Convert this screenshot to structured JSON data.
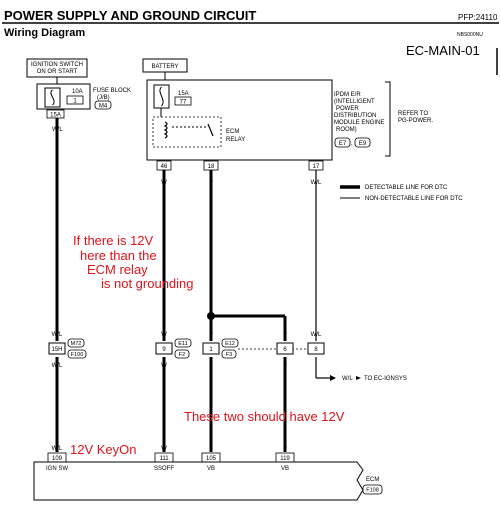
{
  "header": {
    "title": "POWER SUPPLY AND GROUND CIRCUIT",
    "pfp": "PFP:24110",
    "subtitle": "Wiring Diagram",
    "doc_code": "NBS000NU",
    "diagram_id": "EC-MAIN-01"
  },
  "ignition": {
    "label_line1": "IGNITION SWITCH",
    "label_line2": "ON OR START"
  },
  "fuse_block": {
    "amp": "10A",
    "slot": "1",
    "name_line1": "FUSE BLOCK",
    "name_line2": "(J/B)",
    "connector": "M4",
    "out_pin": "15A",
    "out_wire": "W/L"
  },
  "battery": {
    "label": "BATTERY"
  },
  "ipdm": {
    "fuse_amp": "15A",
    "fuse_slot": "77",
    "name_lines": [
      "IPDM E/R",
      "(INTELLIGENT",
      "POWER",
      "DISTRIBUTION",
      "MODULE ENGINE",
      "ROOM)"
    ],
    "conn_a": "E7",
    "conn_b": "E9",
    "refer_line1": "REFER TO",
    "refer_line2": "PG-POWER.",
    "relay_line1": "ECM",
    "relay_line2": "RELAY",
    "pins": [
      {
        "pin": "46",
        "wire": "W"
      },
      {
        "pin": "18",
        "wire": "P"
      },
      {
        "pin": "17",
        "wire": "W/L"
      }
    ]
  },
  "legend": {
    "detectable": "DETECTABLE LINE FOR DTC",
    "non_detectable": "NON-DETECTABLE LINE FOR DTC"
  },
  "connectors": {
    "c1": {
      "pin": "15H",
      "code_top": "M72",
      "code_bot": "F100",
      "wire_top": "W/L",
      "wire_bot": "W/L"
    },
    "c2": {
      "pin": "9",
      "code_top": "E11",
      "code_bot": "F2",
      "wire_top": "W",
      "wire_bot": "W"
    },
    "c3": {
      "pin": "1",
      "code_top": "E12",
      "code_bot": "F3",
      "wire_top": "P",
      "wire_bot": "L"
    },
    "c4": {
      "pin": "6",
      "wire_top": "P",
      "wire_bot": "P"
    },
    "c5": {
      "pin": "8",
      "wire_top": "W/L",
      "branch": "W/L",
      "branch_target": "TO EC-IGNSYS"
    }
  },
  "ecm": {
    "name": "ECM",
    "connector": "F108",
    "pins": [
      {
        "pin": "109",
        "name": "IGN SW"
      },
      {
        "pin": "111",
        "name": "SSOFF"
      },
      {
        "pin": "105",
        "name": "VB"
      },
      {
        "pin": "119",
        "name": "VB"
      }
    ],
    "wires": [
      "W/L",
      "W",
      "L",
      "P"
    ]
  },
  "annotations": {
    "note1_lines": [
      "If there is 12V",
      "here than the",
      "ECM relay",
      "is not grounding"
    ],
    "note2": "These two should have 12V",
    "note3": "12V KeyOn"
  }
}
